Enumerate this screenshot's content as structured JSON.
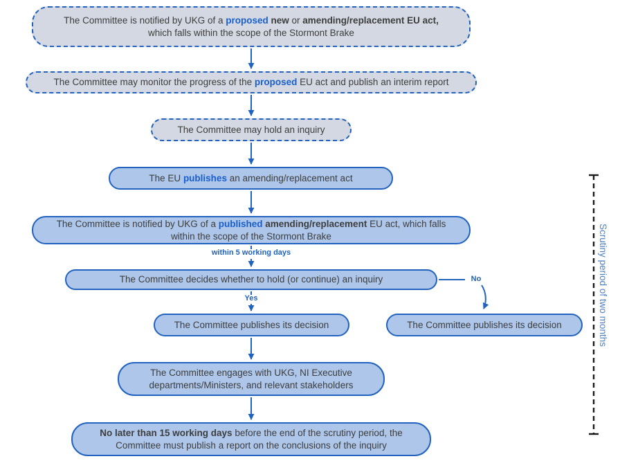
{
  "flowchart": {
    "nodes": [
      {
        "id": "notified-proposed-act",
        "style": "dashed",
        "segments": [
          {
            "t": "The Committee is notified by UKG of a "
          },
          {
            "t": "proposed",
            "blue": true
          },
          {
            "t": " "
          },
          {
            "t": "new",
            "bold": true
          },
          {
            "t": " or "
          },
          {
            "t": "amending/replacement EU act,",
            "bold": true
          },
          {
            "t": "\nwhich falls within the scope of the Stormont Brake"
          }
        ]
      },
      {
        "id": "monitor-progress",
        "style": "dashed",
        "segments": [
          {
            "t": "The Committee may monitor the progress of the "
          },
          {
            "t": "proposed",
            "blue": true
          },
          {
            "t": " EU act and publish an interim report"
          }
        ]
      },
      {
        "id": "may-hold-inquiry",
        "style": "dashed",
        "segments": [
          {
            "t": "The Committee may hold an inquiry"
          }
        ]
      },
      {
        "id": "eu-publishes-act",
        "style": "solid",
        "segments": [
          {
            "t": "The EU "
          },
          {
            "t": "publishes",
            "blue": true
          },
          {
            "t": " an amending/replacement act"
          }
        ]
      },
      {
        "id": "notified-published-act",
        "style": "solid",
        "segments": [
          {
            "t": "The Committee is notified by UKG of a "
          },
          {
            "t": "published",
            "blue": true
          },
          {
            "t": " "
          },
          {
            "t": "amending/replacement",
            "bold": true
          },
          {
            "t": " EU act, which falls\nwithin the scope of the Stormont Brake"
          }
        ]
      },
      {
        "id": "decides-inquiry",
        "style": "solid",
        "segments": [
          {
            "t": "The Committee decides whether to hold (or continue) an inquiry"
          }
        ]
      },
      {
        "id": "publishes-decision-yes",
        "style": "solid",
        "segments": [
          {
            "t": "The Committee publishes its decision"
          }
        ]
      },
      {
        "id": "publishes-decision-no",
        "style": "solid",
        "segments": [
          {
            "t": "The Committee publishes its decision"
          }
        ]
      },
      {
        "id": "engages-stakeholders",
        "style": "solid",
        "segments": [
          {
            "t": "The Committee engages with UKG, NI Executive\ndepartments/Ministers, and relevant stakeholders"
          }
        ]
      },
      {
        "id": "publish-report",
        "style": "solid",
        "segments": [
          {
            "t": "No later than 15 working days",
            "bold": true
          },
          {
            "t": " before the end of the scrutiny period, the\nCommittee must publish a report on the conclusions of the inquiry"
          }
        ]
      }
    ],
    "edge_labels": {
      "within_5_days": "within 5 working days",
      "yes": "Yes",
      "no": "No"
    },
    "side_label": "Scrutiny period of two months"
  },
  "colors": {
    "accent": "#2062be",
    "dashedFill": "#d3d8e2",
    "solidFill": "#adc6e9",
    "textDark": "#3d3d3d",
    "emph": "#1a5fce",
    "bracket": "#1a1a1a",
    "side": "#4d7fc4"
  }
}
